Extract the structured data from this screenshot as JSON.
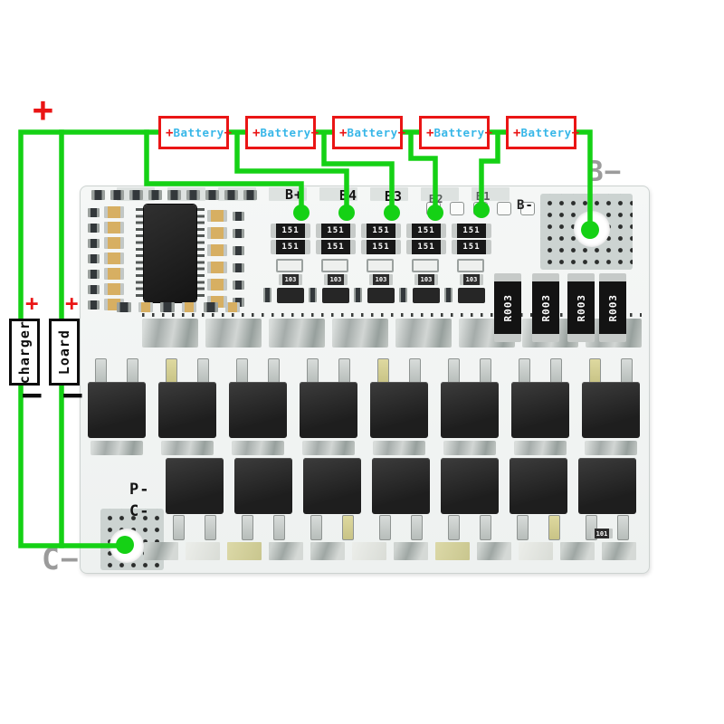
{
  "colors": {
    "wire_green": "#15d115",
    "battery_red": "#ea1515",
    "battery_text_cyan": "#38b7e8",
    "annotation_gray": "#9b9b9b"
  },
  "annotations": {
    "top_plus": "+",
    "b_minus_big": "B−",
    "c_minus_big": "C−",
    "battery": {
      "plus": "+",
      "label": "Battery",
      "minus": "−"
    },
    "charger": {
      "plus": "+",
      "label": "charger",
      "minus": "−"
    },
    "load": {
      "plus": "+",
      "label": "Loard",
      "minus": "−"
    }
  },
  "board": {
    "silkscreen": {
      "b_plus": "B+",
      "b4": "B4",
      "b3": "B3",
      "b2": "B2",
      "b1": "B1",
      "b_minus_small": "B-",
      "p_minus": "P-",
      "c_minus": "C-"
    },
    "components": {
      "balance_resistor": "151",
      "resistor_103": "103",
      "shunt_label": "R003",
      "resistor_101": "101"
    }
  }
}
